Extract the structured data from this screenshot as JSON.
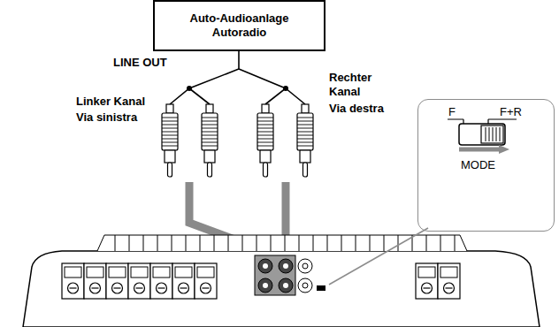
{
  "diagram": {
    "nodes": [
      {
        "text": [
          "Auto-Audioanlage Autoradio"
        ]
      },
      {
        "text": [
          "F",
          "F+R",
          "MODE"
        ]
      }
    ],
    "labels": [
      "LINE OUT",
      "Linker Kanal",
      "Via sinistra",
      "Rechter Kanal",
      "Via destra"
    ]
  }
}
